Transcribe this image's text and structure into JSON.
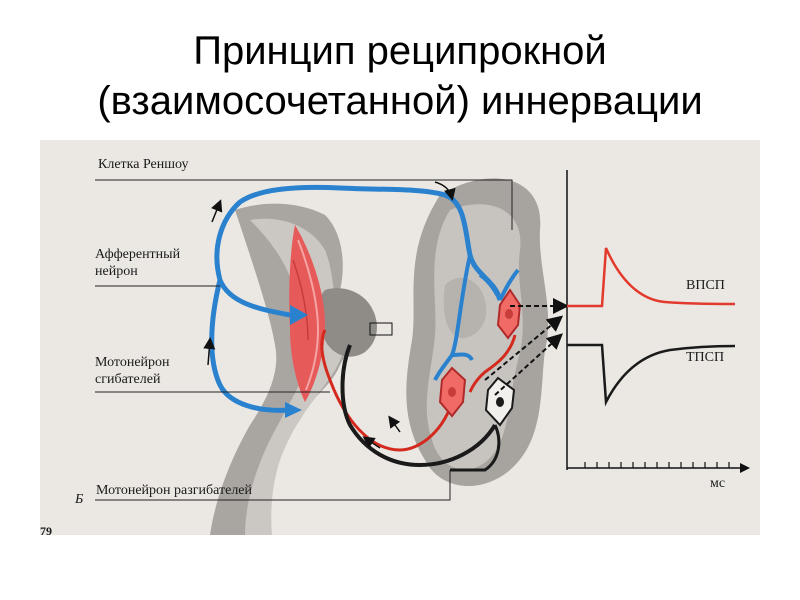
{
  "slide": {
    "title_line1": "Принцип реципрокной",
    "title_line2": "(взаимосочетанной) иннервации"
  },
  "figure": {
    "panel_letter": "Б",
    "page_number": "79",
    "labels": {
      "renshaw_cell": "Клетка Реншоу",
      "afferent_neuron_line1": "Афферентный",
      "afferent_neuron_line2": "нейрон",
      "flexor_motoneuron_line1": "Мотонейрон",
      "flexor_motoneuron_line2": "сгибателей",
      "extensor_motoneuron": "Мотонейрон разгибателей"
    },
    "graph": {
      "epsp_label": "ВПСП",
      "ipsp_label": "ТПСП",
      "time_axis_unit": "мс"
    },
    "colors": {
      "afferent": "#2a82cf",
      "flexor": "#e23a2c",
      "extensor": "#1a1a1a",
      "neuron_fill": "#f06a66",
      "background": "#ebe8e4"
    }
  }
}
